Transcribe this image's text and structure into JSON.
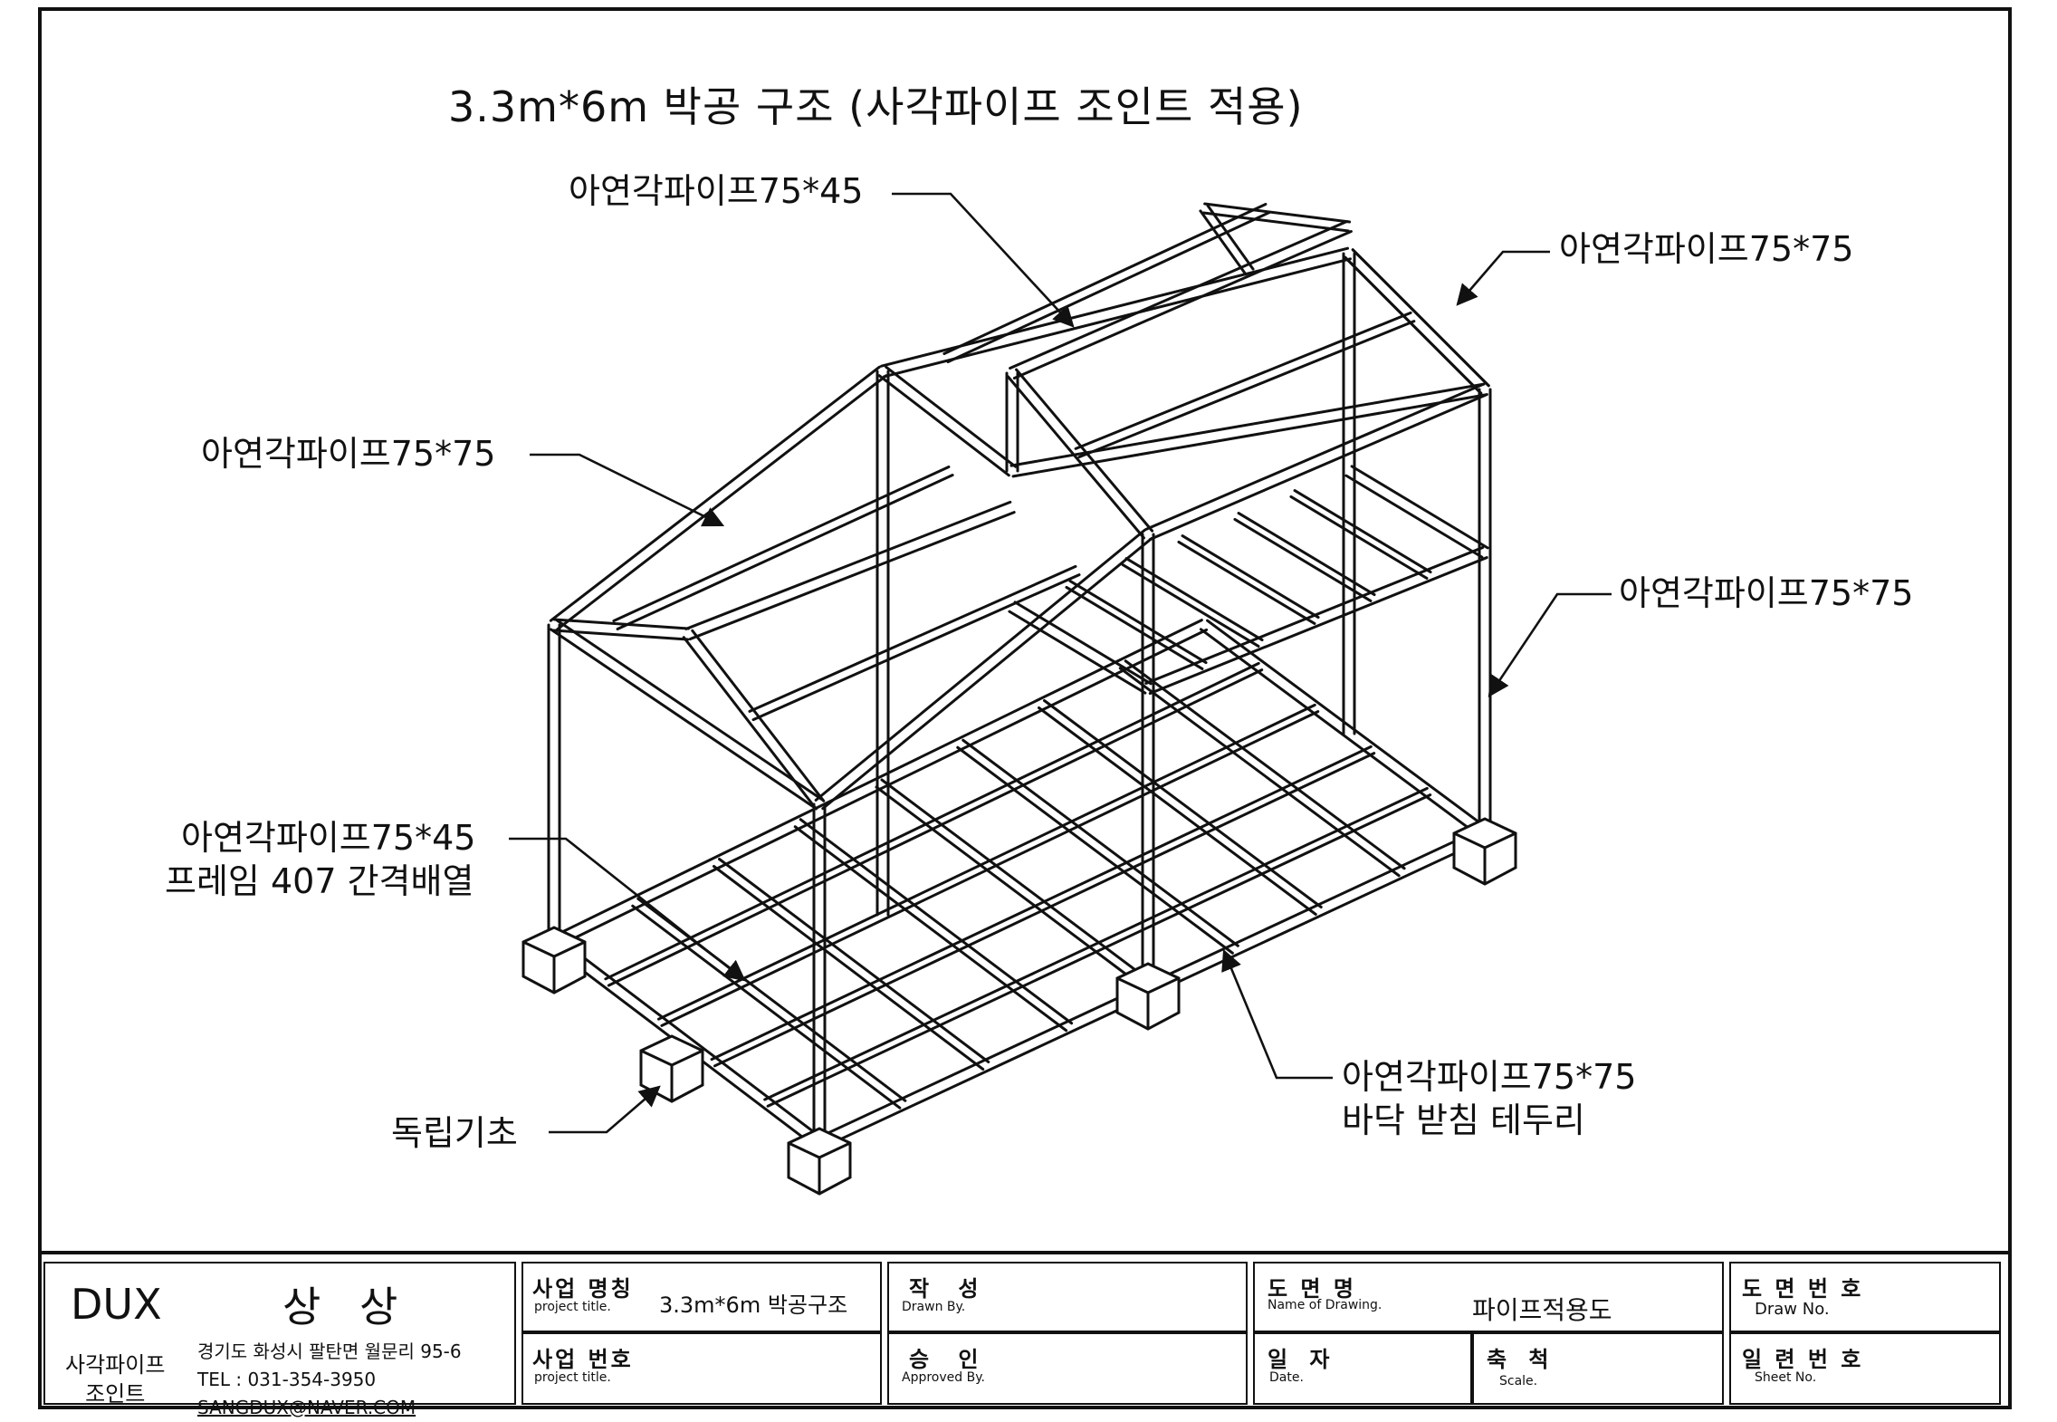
{
  "drawing": {
    "title": "3.3m*6m 박공 구조 (사각파이프 조인트 적용)",
    "callouts": [
      {
        "id": "top-purlin",
        "line1": "아연각파이프75*45"
      },
      {
        "id": "roof-rafter-right",
        "line1": "아연각파이프75*75"
      },
      {
        "id": "roof-beam-left",
        "line1": "아연각파이프75*75"
      },
      {
        "id": "column-right",
        "line1": "아연각파이프75*75"
      },
      {
        "id": "floor-frame",
        "line1": "아연각파이프75*45",
        "line2": "프레임 407 간격배열"
      },
      {
        "id": "base-border",
        "line1": "아연각파이프75*75",
        "line2": "바닥 받침 테두리"
      },
      {
        "id": "footing",
        "line1": "독립기초"
      }
    ]
  },
  "title_block": {
    "company": {
      "brand": "DUX",
      "name_kor": "상 상",
      "sub_line1": "사각파이프",
      "sub_line2": "조인트",
      "address": "경기도 화성시 팔탄면 월문리 95-6",
      "tel": "TEL : 031-354-3950",
      "email": "SANGDUX@NAVER.COM"
    },
    "project_name": {
      "label_ko": "사업 명칭",
      "label_en": "project title.",
      "value": "3.3m*6m 박공구조"
    },
    "project_no": {
      "label_ko": "사업 번호",
      "label_en": "project title.",
      "value": ""
    },
    "drawn_by": {
      "label_ko": "작  성",
      "label_en": "Drawn By.",
      "value": ""
    },
    "approved_by": {
      "label_ko": "승  인",
      "label_en": "Approved By.",
      "value": ""
    },
    "drawing_name": {
      "label_ko": "도 면 명",
      "label_en": "Name of Drawing.",
      "value": "파이프적용도"
    },
    "date": {
      "label_ko": "일 자",
      "label_en": "Date.",
      "value": ""
    },
    "scale": {
      "label_ko": "축 척",
      "label_en": "Scale.",
      "value": ""
    },
    "drawing_no": {
      "label_ko": "도 면 번 호",
      "label_en": "Draw No.",
      "value": ""
    },
    "sheet_no": {
      "label_ko": "일 련 번 호",
      "label_en": "Sheet No.",
      "value": ""
    }
  }
}
